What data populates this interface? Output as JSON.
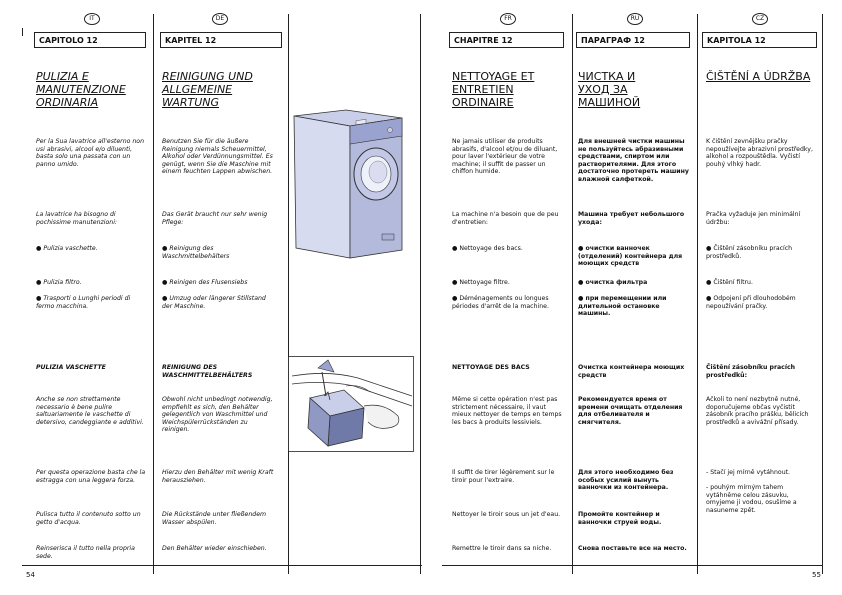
{
  "page_left": "54",
  "page_right": "55",
  "columns": [
    {
      "flag": "IT",
      "header": "CAPITOLO 12",
      "title": "PULIZIA E MANUTENZIONE ORDINARIA",
      "p1": "Per la Sua lavatrice all'esterno non usi abrasivi, alcool e/o diluenti, basta solo una passata con un panno umido.",
      "p2": "La lavatrice ha bisogno di pochissime manutenzioni:",
      "b1": "● Pulizia vaschette.",
      "b2": "● Pulizia filtro.",
      "b3": "● Trasporti o Lunghi periodi di fermo macchina.",
      "sub": "PULIZIA VASCHETTE",
      "s1": "Anche se non strettamente necessario è bene pulire saltuariamente le vaschette di detersivo, candeggiante e additivi.",
      "s2": "Per questa operazione basta che la estragga con una leggera forza.",
      "s3": "Pulisca tutto il contenuto sotto un getto d'acqua.",
      "s4": "Reinserisca il tutto nella propria sede."
    },
    {
      "flag": "DE",
      "header": "KAPITEL 12",
      "title": "REINIGUNG UND ALLGEMEINE WARTUNG",
      "p1": "Benutzen Sie für die äußere Reinigung niemals Scheuermittel, Alkohol oder Verdünnungsmittel. Es genügt, wenn Sie die Maschine mit einem feuchten Lappen abwischen.",
      "p2": "Das Gerät braucht nur sehr wenig Pflege:",
      "b1": "● Reinigung des Waschmittelbehälters",
      "b2": "● Reinigen des Flusensiebs",
      "b3": "● Umzug oder längerer Stillstand der Maschine.",
      "sub": "REINIGUNG DES WASCHMITTELBEHÄLTERS",
      "s1": "Obwohl nicht unbedingt notwendig, empfiehlt es sich, den Behälter gelegentlich von Waschmittel und Weichspülerrückständen zu reinigen.",
      "s2": "Hierzu den Behälter mit wenig Kraft herausziehen.",
      "s3": "Die Rückstände unter fließendem Wasser abspülen.",
      "s4": "Den Behälter wieder einschieben."
    },
    {
      "flag": "FR",
      "header": "CHAPITRE 12",
      "title": "NETTOYAGE ET ENTRETIEN ORDINAIRE",
      "p1": "Ne jamais utiliser de produits abrasifs, d'alcool et/ou de diluant, pour laver l'extérieur de votre machine; il suffit de passer un chiffon humide.",
      "p2": "La machine n'a besoin que de peu d'entretien:",
      "b1": "● Nettoyage des bacs.",
      "b2": "● Nettoyage filtre.",
      "b3": "● Déménagements ou longues périodes d'arrêt de la machine.",
      "sub": "NETTOYAGE DES BACS",
      "s1": "Même si cette opération n'est pas strictement nécessaire, il vaut mieux nettoyer de temps en temps les bacs à produits lessiviels.",
      "s2": "Il suffit de tirer légèrement sur le tiroir pour l'extraire.",
      "s3": "Nettoyer le tiroir sous un jet d'eau.",
      "s4": "Remettre le tiroir dans sa niche."
    },
    {
      "flag": "RU",
      "header": "ПАРАГРАФ 12",
      "title": "ЧИСТКА И УХОД ЗА МАШИНОЙ",
      "p1": "Для внешней чистки машины не пользуйтесь абразивными средствами, спиртом или растворителями. Для этого достаточно протереть машину влажной салфеткой.",
      "p2": "Машина требует небольшого ухода:",
      "b1": "● очистки ванночек (отделений) контейнера для моющих средств",
      "b2": "● очистка фильтра",
      "b3": "● при перемещении или длительной остановке машины.",
      "sub": "Очистка контейнера моющих средств",
      "s1": "Рекомендуется время от времени очищать отделения для отбеливателя и смягчителя.",
      "s2": "Для этого необходимо без особых усилий вынуть ванночки из контейнера.",
      "s3": "Промойте контейнер и ванночки струей воды.",
      "s4": "Снова поставьте все на место."
    },
    {
      "flag": "CZ",
      "header": "KAPITOLA 12",
      "title": "ČIŠTĚNÍ A ÚDRŽBA",
      "p1": "K čištění zevnějšku pračky nepoužívejte abrazivní prostředky, alkohol a rozpouštědla. Vyčistí pouhý vlhký hadr.",
      "p2": "Pračka vyžaduje jen minimální údržbu:",
      "b1": "● Čištění zásobníku pracích prostředků.",
      "b2": "● Čištění filtru.",
      "b3": "● Odpojení při dlouhodobém nepoužívání pračky.",
      "sub": "Čištění zásobníku pracích prostředků:",
      "s1": "Ačkoli to není nezbytně nutné, doporučujeme občas vyčistit zásobník pracího prášku, bělicích prostředků a avivážní přísady.",
      "s2": "- Stačí jej mírně vytáhnout.",
      "s3": "- pouhým mírným tahem vytáhněme celou zásuvku, omyjeme ji vodou, osušíme a nasuneme zpět.",
      "s4": ""
    }
  ]
}
